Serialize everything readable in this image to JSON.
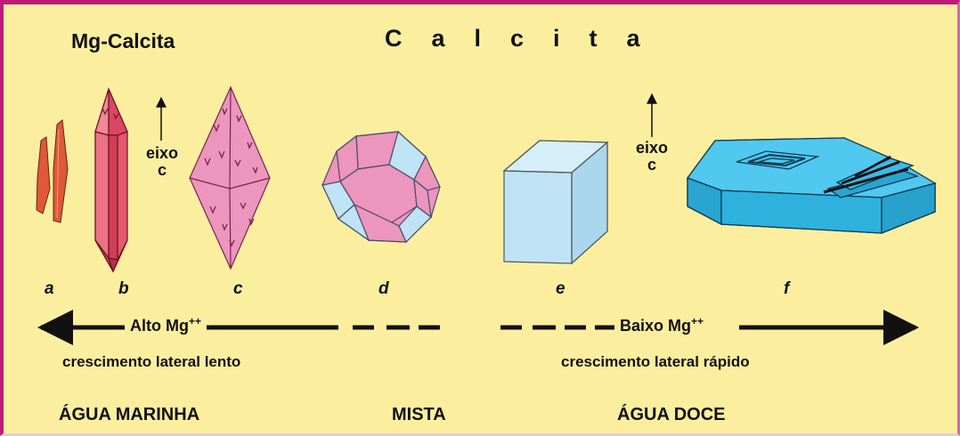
{
  "titles": {
    "mg_calcite": "Mg-Calcita",
    "calcite": "Calcita"
  },
  "axis_label": {
    "line1": "eixo",
    "line2": "c"
  },
  "crystals": [
    "a",
    "b",
    "c",
    "d",
    "e",
    "f"
  ],
  "magnesium": {
    "high": {
      "text": "Alto Mg",
      "superscript": "++"
    },
    "low": {
      "text": "Baixo Mg",
      "superscript": "++"
    }
  },
  "growth": {
    "slow": "crescimento lateral lento",
    "fast": "crescimento lateral rápido"
  },
  "environments": {
    "marine": "ÁGUA MARINHA",
    "mixed": "MISTA",
    "fresh": "ÁGUA DOCE"
  },
  "colors": {
    "background": "#fbef9f",
    "border": "#c0197e",
    "mg_calcite_red": "#e3596e",
    "pink": "#ec95bd",
    "light_blue": "#bfe3f5",
    "blue": "#39bde9"
  }
}
